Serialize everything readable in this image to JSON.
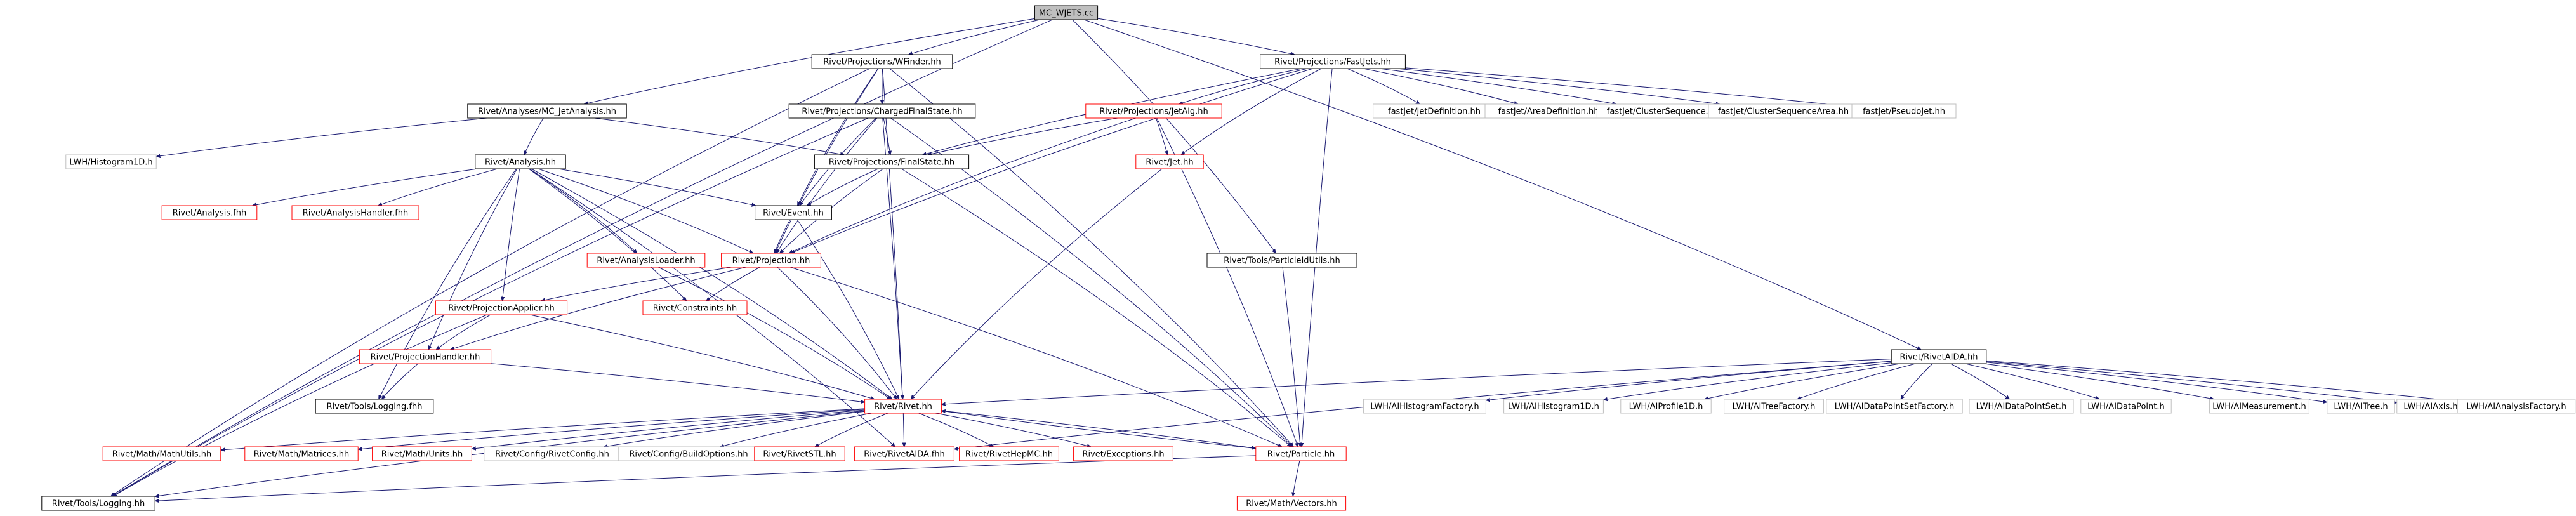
{
  "diagram": {
    "title": "MC_WJETS.cc",
    "nodes": [
      {
        "id": "root",
        "label": "MC_WJETS.cc",
        "kind": "root"
      },
      {
        "id": "wfinder",
        "label": "Rivet/Projections/WFinder.hh",
        "kind": "normal"
      },
      {
        "id": "fastjets",
        "label": "Rivet/Projections/FastJets.hh",
        "kind": "normal"
      },
      {
        "id": "mcjet",
        "label": "Rivet/Analyses/MC_JetAnalysis.hh",
        "kind": "normal"
      },
      {
        "id": "chfs",
        "label": "Rivet/Projections/ChargedFinalState.hh",
        "kind": "normal"
      },
      {
        "id": "jetalg",
        "label": "Rivet/Projections/JetAlg.hh",
        "kind": "red"
      },
      {
        "id": "fjjetdef",
        "label": "fastjet/JetDefinition.hh",
        "kind": "gray"
      },
      {
        "id": "fjarea",
        "label": "fastjet/AreaDefinition.hh",
        "kind": "gray"
      },
      {
        "id": "fjcs",
        "label": "fastjet/ClusterSequence.hh",
        "kind": "gray"
      },
      {
        "id": "fjcsa",
        "label": "fastjet/ClusterSequenceArea.hh",
        "kind": "gray"
      },
      {
        "id": "fjpj",
        "label": "fastjet/PseudoJet.hh",
        "kind": "gray"
      },
      {
        "id": "lwhh1d",
        "label": "LWH/Histogram1D.h",
        "kind": "gray"
      },
      {
        "id": "analysis",
        "label": "Rivet/Analysis.hh",
        "kind": "normal"
      },
      {
        "id": "finalstate",
        "label": "Rivet/Projections/FinalState.hh",
        "kind": "normal"
      },
      {
        "id": "jet",
        "label": "Rivet/Jet.hh",
        "kind": "red"
      },
      {
        "id": "analysisfhh",
        "label": "Rivet/Analysis.fhh",
        "kind": "red"
      },
      {
        "id": "analysishandler",
        "label": "Rivet/AnalysisHandler.fhh",
        "kind": "red"
      },
      {
        "id": "event",
        "label": "Rivet/Event.hh",
        "kind": "normal"
      },
      {
        "id": "pidutils",
        "label": "Rivet/Tools/ParticleIdUtils.hh",
        "kind": "normal"
      },
      {
        "id": "analysisloader",
        "label": "Rivet/AnalysisLoader.hh",
        "kind": "red"
      },
      {
        "id": "projection",
        "label": "Rivet/Projection.hh",
        "kind": "red"
      },
      {
        "id": "projapplier",
        "label": "Rivet/ProjectionApplier.hh",
        "kind": "red"
      },
      {
        "id": "constraints",
        "label": "Rivet/Constraints.hh",
        "kind": "red"
      },
      {
        "id": "projhandler",
        "label": "Rivet/ProjectionHandler.hh",
        "kind": "red"
      },
      {
        "id": "loggingfhh",
        "label": "Rivet/Tools/Logging.fhh",
        "kind": "normal"
      },
      {
        "id": "rivethh",
        "label": "Rivet/Rivet.hh",
        "kind": "red"
      },
      {
        "id": "rivetaida",
        "label": "Rivet/RivetAIDA.hh",
        "kind": "normal"
      },
      {
        "id": "aihf",
        "label": "LWH/AIHistogramFactory.h",
        "kind": "gray"
      },
      {
        "id": "aih1d",
        "label": "LWH/AIHistogram1D.h",
        "kind": "gray"
      },
      {
        "id": "aip1d",
        "label": "LWH/AIProfile1D.h",
        "kind": "gray"
      },
      {
        "id": "aitf",
        "label": "LWH/AITreeFactory.h",
        "kind": "gray"
      },
      {
        "id": "aidpsf",
        "label": "LWH/AIDataPointSetFactory.h",
        "kind": "gray"
      },
      {
        "id": "aidps",
        "label": "LWH/AIDataPointSet.h",
        "kind": "gray"
      },
      {
        "id": "aidp",
        "label": "LWH/AIDataPoint.h",
        "kind": "gray"
      },
      {
        "id": "aimeas",
        "label": "LWH/AIMeasurement.h",
        "kind": "gray"
      },
      {
        "id": "aitree",
        "label": "LWH/AITree.h",
        "kind": "gray"
      },
      {
        "id": "aiaxis",
        "label": "LWH/AIAxis.h",
        "kind": "gray"
      },
      {
        "id": "aiaf",
        "label": "LWH/AIAnalysisFactory.h",
        "kind": "gray"
      },
      {
        "id": "mathutils",
        "label": "Rivet/Math/MathUtils.hh",
        "kind": "red"
      },
      {
        "id": "matrices",
        "label": "Rivet/Math/Matrices.hh",
        "kind": "red"
      },
      {
        "id": "units",
        "label": "Rivet/Math/Units.hh",
        "kind": "red"
      },
      {
        "id": "rivetconfig",
        "label": "Rivet/Config/RivetConfig.hh",
        "kind": "gray"
      },
      {
        "id": "buildoptions",
        "label": "Rivet/Config/BuildOptions.hh",
        "kind": "gray"
      },
      {
        "id": "rivetstl",
        "label": "Rivet/RivetSTL.hh",
        "kind": "red"
      },
      {
        "id": "rivetaidafhh",
        "label": "Rivet/RivetAIDA.fhh",
        "kind": "red"
      },
      {
        "id": "rivethepmc",
        "label": "Rivet/RivetHepMC.hh",
        "kind": "red"
      },
      {
        "id": "exceptions",
        "label": "Rivet/Exceptions.hh",
        "kind": "red"
      },
      {
        "id": "particle",
        "label": "Rivet/Particle.hh",
        "kind": "red"
      },
      {
        "id": "logginghh",
        "label": "Rivet/Tools/Logging.hh",
        "kind": "normal"
      },
      {
        "id": "vectors",
        "label": "Rivet/Math/Vectors.hh",
        "kind": "red"
      }
    ],
    "edges": [
      [
        "root",
        "wfinder"
      ],
      [
        "root",
        "fastjets"
      ],
      [
        "root",
        "mcjet"
      ],
      [
        "root",
        "pidutils"
      ],
      [
        "root",
        "rivetaida"
      ],
      [
        "root",
        "logginghh"
      ],
      [
        "wfinder",
        "chfs"
      ],
      [
        "wfinder",
        "event"
      ],
      [
        "wfinder",
        "projection"
      ],
      [
        "wfinder",
        "rivethh"
      ],
      [
        "wfinder",
        "particle"
      ],
      [
        "wfinder",
        "logginghh"
      ],
      [
        "fastjets",
        "jetalg"
      ],
      [
        "fastjets",
        "fjjetdef"
      ],
      [
        "fastjets",
        "fjarea"
      ],
      [
        "fastjets",
        "fjcs"
      ],
      [
        "fastjets",
        "fjcsa"
      ],
      [
        "fastjets",
        "fjpj"
      ],
      [
        "fastjets",
        "finalstate"
      ],
      [
        "fastjets",
        "jet"
      ],
      [
        "fastjets",
        "projection"
      ],
      [
        "fastjets",
        "particle"
      ],
      [
        "mcjet",
        "lwhh1d"
      ],
      [
        "mcjet",
        "analysis"
      ],
      [
        "mcjet",
        "finalstate"
      ],
      [
        "chfs",
        "finalstate"
      ],
      [
        "chfs",
        "event"
      ],
      [
        "chfs",
        "projection"
      ],
      [
        "chfs",
        "rivethh"
      ],
      [
        "chfs",
        "particle"
      ],
      [
        "chfs",
        "logginghh"
      ],
      [
        "jetalg",
        "finalstate"
      ],
      [
        "jetalg",
        "jet"
      ],
      [
        "jetalg",
        "projection"
      ],
      [
        "jetalg",
        "particle"
      ],
      [
        "analysis",
        "analysisfhh"
      ],
      [
        "analysis",
        "analysishandler"
      ],
      [
        "analysis",
        "event"
      ],
      [
        "analysis",
        "analysisloader"
      ],
      [
        "analysis",
        "projection"
      ],
      [
        "analysis",
        "projapplier"
      ],
      [
        "analysis",
        "constraints"
      ],
      [
        "analysis",
        "projhandler"
      ],
      [
        "analysis",
        "loggingfhh"
      ],
      [
        "analysis",
        "rivethh"
      ],
      [
        "analysis",
        "rivetaidafhh"
      ],
      [
        "finalstate",
        "event"
      ],
      [
        "finalstate",
        "projection"
      ],
      [
        "finalstate",
        "particle"
      ],
      [
        "jet",
        "rivethh"
      ],
      [
        "event",
        "projection"
      ],
      [
        "event",
        "rivethh"
      ],
      [
        "pidutils",
        "particle"
      ],
      [
        "analysisloader",
        "rivethh"
      ],
      [
        "projection",
        "projapplier"
      ],
      [
        "projection",
        "constraints"
      ],
      [
        "projection",
        "projhandler"
      ],
      [
        "projection",
        "rivethh"
      ],
      [
        "projection",
        "particle"
      ],
      [
        "projapplier",
        "projhandler"
      ],
      [
        "projapplier",
        "rivethh"
      ],
      [
        "projapplier",
        "logginghh"
      ],
      [
        "projhandler",
        "loggingfhh"
      ],
      [
        "projhandler",
        "rivethh"
      ],
      [
        "rivetaida",
        "aihf"
      ],
      [
        "rivetaida",
        "aih1d"
      ],
      [
        "rivetaida",
        "aip1d"
      ],
      [
        "rivetaida",
        "aitf"
      ],
      [
        "rivetaida",
        "aidpsf"
      ],
      [
        "rivetaida",
        "aidps"
      ],
      [
        "rivetaida",
        "aidp"
      ],
      [
        "rivetaida",
        "aimeas"
      ],
      [
        "rivetaida",
        "aitree"
      ],
      [
        "rivetaida",
        "aiaxis"
      ],
      [
        "rivetaida",
        "aiaf"
      ],
      [
        "rivetaida",
        "rivethh"
      ],
      [
        "rivetaida",
        "rivetaidafhh"
      ],
      [
        "rivethh",
        "mathutils"
      ],
      [
        "rivethh",
        "matrices"
      ],
      [
        "rivethh",
        "units"
      ],
      [
        "rivethh",
        "rivetconfig"
      ],
      [
        "rivethh",
        "buildoptions"
      ],
      [
        "rivethh",
        "rivetstl"
      ],
      [
        "rivethh",
        "rivetaidafhh"
      ],
      [
        "rivethh",
        "rivethepmc"
      ],
      [
        "rivethh",
        "exceptions"
      ],
      [
        "rivethh",
        "particle"
      ],
      [
        "rivethh",
        "logginghh"
      ],
      [
        "particle",
        "rivethh"
      ],
      [
        "particle",
        "vectors"
      ],
      [
        "particle",
        "logginghh"
      ]
    ]
  }
}
